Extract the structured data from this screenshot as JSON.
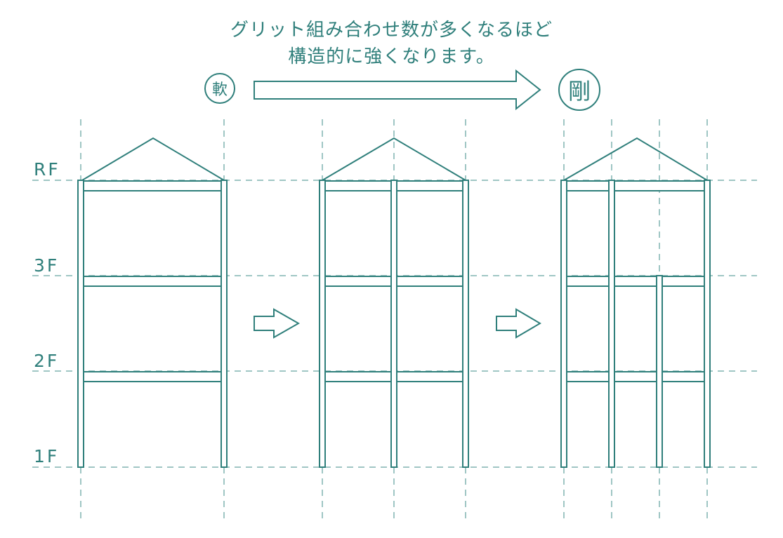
{
  "title": {
    "line1": "グリット組み合わせ数が多くなるほど",
    "line2": "構造的に強くなります。"
  },
  "badges": {
    "soft": "軟",
    "rigid": "剛"
  },
  "floors": [
    "RF",
    "3F",
    "2F",
    "1F"
  ],
  "buildings": [
    {
      "name": "building-1",
      "columns": 2
    },
    {
      "name": "building-2",
      "columns": 3
    },
    {
      "name": "building-3",
      "columns": 4,
      "partial_column": "1F-3F"
    }
  ],
  "colors": {
    "line": "#2f7f7b",
    "dashed": "#3f8e89"
  }
}
